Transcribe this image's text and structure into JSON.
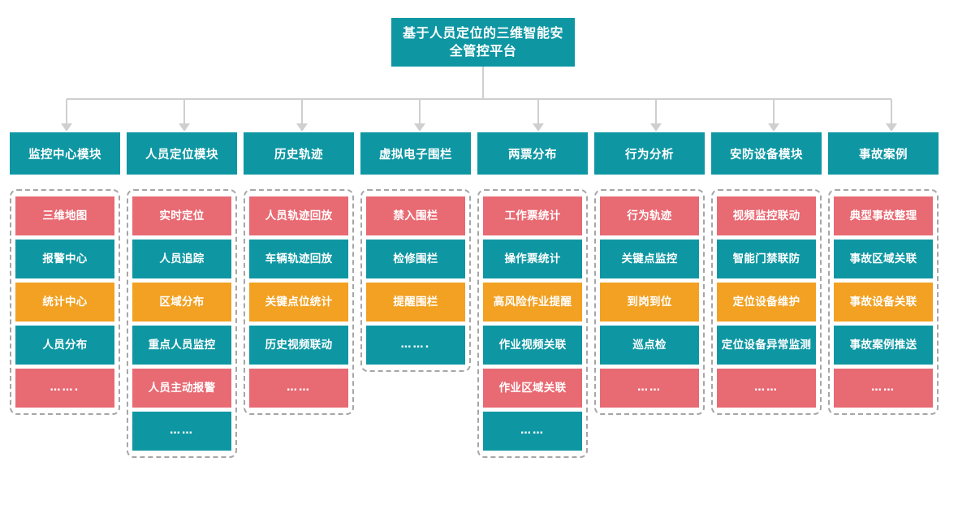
{
  "diagram": {
    "title": "基于人员定位的三维智能安全管控平台",
    "colors": {
      "teal": "#0E97A3",
      "red": "#E86A73",
      "amber": "#F2A122",
      "connector": "#cfcfcf",
      "group_border": "#a6a6a6"
    },
    "columns": [
      {
        "header": "监控中心模块",
        "items": [
          {
            "label": "三维地图",
            "color": "red"
          },
          {
            "label": "报警中心",
            "color": "teal"
          },
          {
            "label": "统计中心",
            "color": "amber"
          },
          {
            "label": "人员分布",
            "color": "teal"
          },
          {
            "label": "…….",
            "color": "red"
          }
        ]
      },
      {
        "header": "人员定位模块",
        "items": [
          {
            "label": "实时定位",
            "color": "red"
          },
          {
            "label": "人员追踪",
            "color": "teal"
          },
          {
            "label": "区域分布",
            "color": "amber"
          },
          {
            "label": "重点人员监控",
            "color": "teal"
          },
          {
            "label": "人员主动报警",
            "color": "red"
          },
          {
            "label": "……",
            "color": "teal"
          }
        ]
      },
      {
        "header": "历史轨迹",
        "items": [
          {
            "label": "人员轨迹回放",
            "color": "red"
          },
          {
            "label": "车辆轨迹回放",
            "color": "teal"
          },
          {
            "label": "关键点位统计",
            "color": "amber"
          },
          {
            "label": "历史视频联动",
            "color": "teal"
          },
          {
            "label": "……",
            "color": "red"
          }
        ]
      },
      {
        "header": "虚拟电子围栏",
        "items": [
          {
            "label": "禁入围栏",
            "color": "red"
          },
          {
            "label": "检修围栏",
            "color": "teal"
          },
          {
            "label": "提醒围栏",
            "color": "amber"
          },
          {
            "label": "…….",
            "color": "teal"
          }
        ]
      },
      {
        "header": "两票分布",
        "items": [
          {
            "label": "工作票统计",
            "color": "red"
          },
          {
            "label": "操作票统计",
            "color": "teal"
          },
          {
            "label": "高风险作业提醒",
            "color": "amber"
          },
          {
            "label": "作业视频关联",
            "color": "teal"
          },
          {
            "label": "作业区域关联",
            "color": "red"
          },
          {
            "label": "……",
            "color": "teal"
          }
        ]
      },
      {
        "header": "行为分析",
        "items": [
          {
            "label": "行为轨迹",
            "color": "red"
          },
          {
            "label": "关键点监控",
            "color": "teal"
          },
          {
            "label": "到岗到位",
            "color": "amber"
          },
          {
            "label": "巡点检",
            "color": "teal"
          },
          {
            "label": "……",
            "color": "red"
          }
        ]
      },
      {
        "header": "安防设备模块",
        "items": [
          {
            "label": "视频监控联动",
            "color": "red"
          },
          {
            "label": "智能门禁联防",
            "color": "teal"
          },
          {
            "label": "定位设备维护",
            "color": "amber"
          },
          {
            "label": "定位设备异常监测",
            "color": "teal"
          },
          {
            "label": "……",
            "color": "red"
          }
        ]
      },
      {
        "header": "事故案例",
        "items": [
          {
            "label": "典型事故整理",
            "color": "red"
          },
          {
            "label": "事故区域关联",
            "color": "teal"
          },
          {
            "label": "事故设备关联",
            "color": "amber"
          },
          {
            "label": "事故案例推送",
            "color": "teal"
          },
          {
            "label": "……",
            "color": "red"
          }
        ]
      }
    ]
  }
}
